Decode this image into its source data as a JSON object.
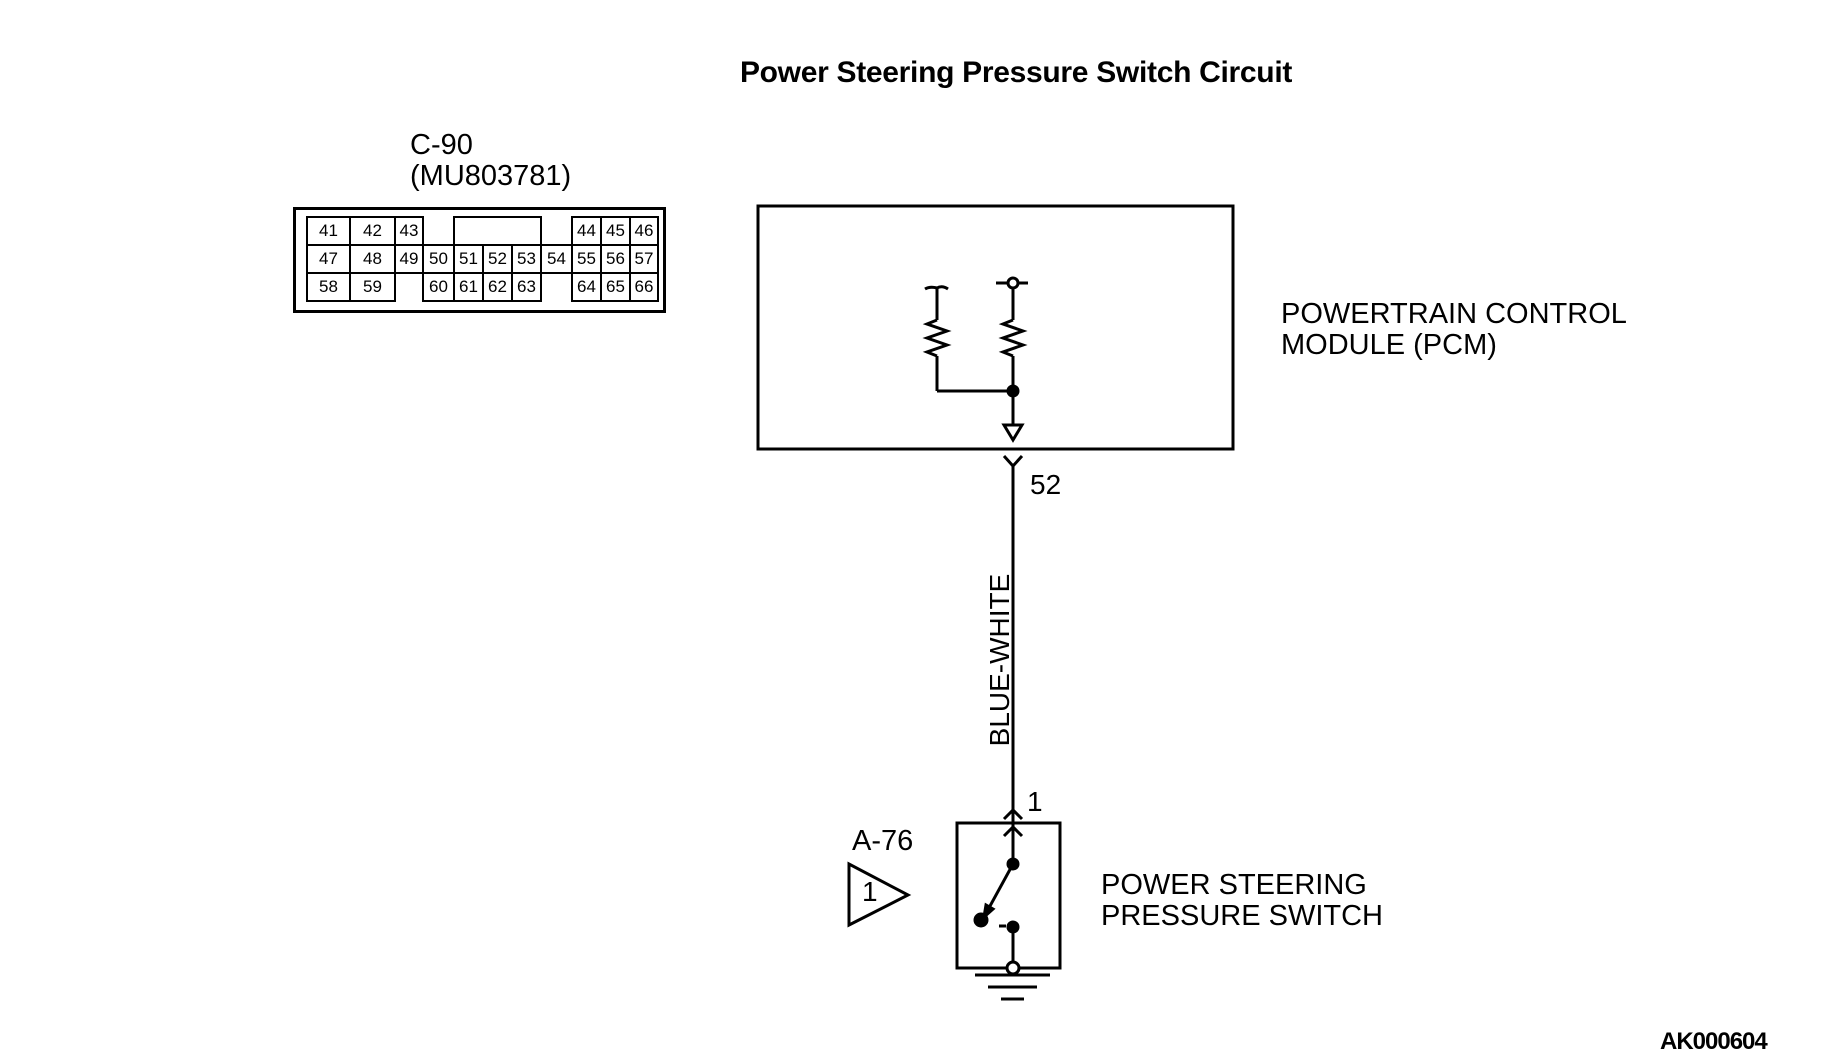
{
  "title": "Power Steering Pressure Switch Circuit",
  "connector_c90": {
    "id": "C-90",
    "part_number": "(MU803781)",
    "pins": [
      {
        "label": "41"
      },
      {
        "label": "42"
      },
      {
        "label": "43"
      },
      {
        "label": ""
      },
      {
        "label": "44"
      },
      {
        "label": "45"
      },
      {
        "label": "46"
      },
      {
        "label": "47"
      },
      {
        "label": "48"
      },
      {
        "label": "49"
      },
      {
        "label": "50"
      },
      {
        "label": "51"
      },
      {
        "label": "52"
      },
      {
        "label": "53"
      },
      {
        "label": "54"
      },
      {
        "label": "55"
      },
      {
        "label": "56"
      },
      {
        "label": "57"
      },
      {
        "label": "58"
      },
      {
        "label": "59"
      },
      {
        "label": "60"
      },
      {
        "label": "61"
      },
      {
        "label": "62"
      },
      {
        "label": "63"
      },
      {
        "label": "64"
      },
      {
        "label": "65"
      },
      {
        "label": "66"
      }
    ]
  },
  "pcm": {
    "label_line1": "POWERTRAIN CONTROL",
    "label_line2": "MODULE (PCM)",
    "terminal": "52"
  },
  "wire": {
    "color": "BLUE-WHITE"
  },
  "switch": {
    "connector_id": "A-76",
    "terminal": "1",
    "reference_marker": "1",
    "label_line1": "POWER STEERING",
    "label_line2": "PRESSURE SWITCH"
  },
  "figure_code": "AK000604"
}
